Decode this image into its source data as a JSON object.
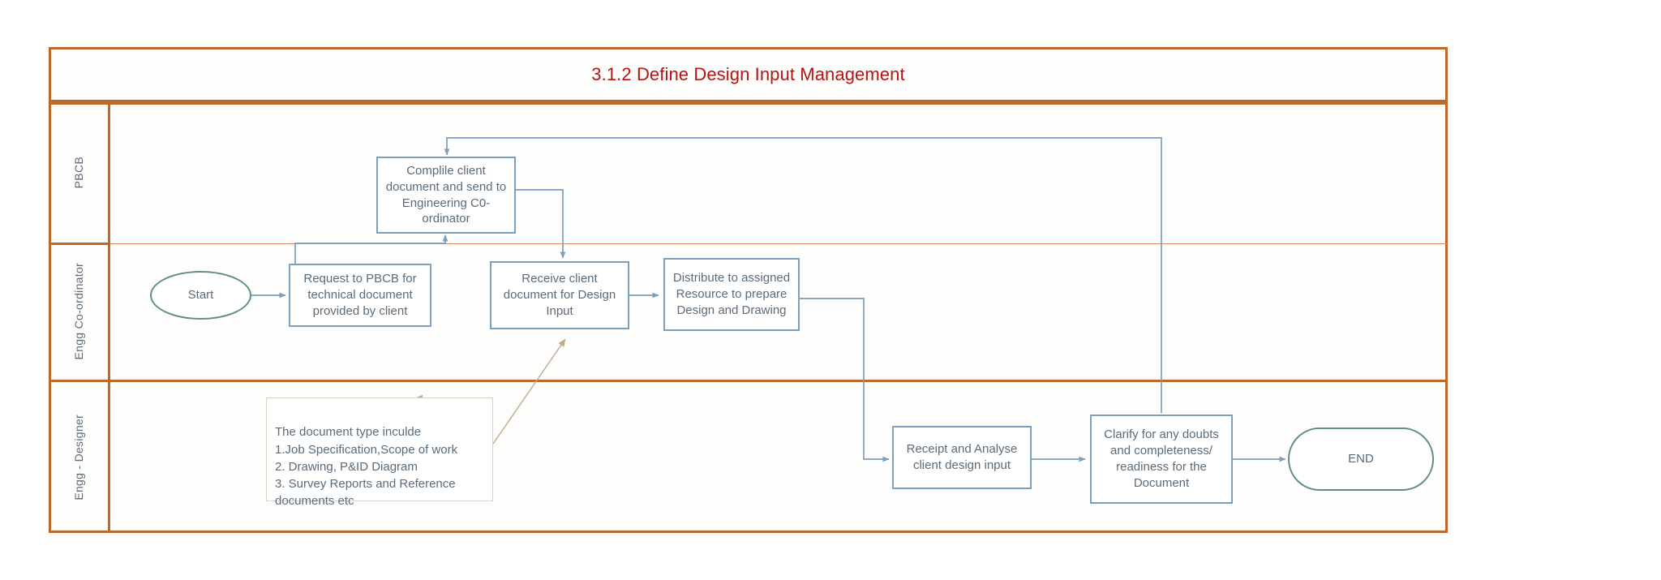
{
  "diagram": {
    "title": "3.1.2 Define Design Input Management",
    "title_color": "#b51414",
    "frame_color": "#c2672b",
    "process_border_color": "#7a9fbc",
    "terminator_border_color": "#5f8f80",
    "connector_color": "#7a9fbc",
    "note_connector_color": "#c3a98a",
    "text_color": "#5a6b7a"
  },
  "lanes": [
    {
      "label": "PBCB"
    },
    {
      "label": "Engg Co-ordinator"
    },
    {
      "label": "Engg - Designer"
    }
  ],
  "nodes": {
    "compile": "Complile  client document and send to Engineering C0-ordinator",
    "start": "Start",
    "request": "Request to PBCB for technical document provided by client",
    "receive": "Receive client document for Design Input",
    "distribute": "Distribute to assigned Resource to prepare Design and Drawing",
    "receipt": "Receipt and Analyse client design input",
    "clarify": "Clarify for any doubts and completeness/ readiness for the Document",
    "end": "END"
  },
  "note": {
    "text": "The document type inculde\n1.Job Specification,Scope of work\n2. Drawing, P&ID Diagram\n3. Survey Reports and Reference\ndocuments  etc"
  }
}
